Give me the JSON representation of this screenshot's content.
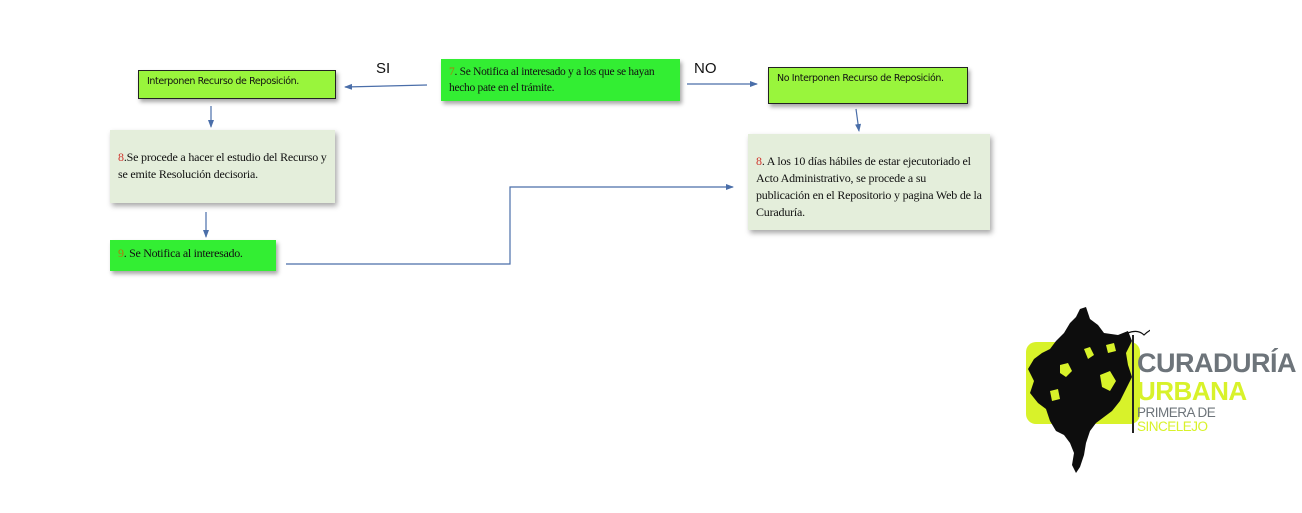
{
  "labels": {
    "yes": "SI",
    "no": "NO"
  },
  "boxes": {
    "step7": {
      "number": "7",
      "text": ". Se Notifica al interesado y a los que se hayan hecho pate en el trámite."
    },
    "interponen": {
      "text": "Interponen Recurso de Reposición."
    },
    "no_interponen": {
      "text": " No Interponen Recurso de Reposición."
    },
    "step8_left": {
      "number": "8",
      "text": ".Se procede a hacer el estudio del Recurso y se emite Resolución decisoria."
    },
    "step9": {
      "number": "9",
      "text": ". Se Notifica al interesado."
    },
    "step8_right": {
      "number": "8",
      "text": ". A los 10 días hábiles de estar ejecutoriado el Acto Administrativo, se procede a su publicación en el Repositorio y pagina Web de la Curaduría."
    }
  },
  "logo": {
    "line1": "CURADURÍA",
    "line2": "URBANA",
    "line3a": "PRIMERA DE ",
    "line3b": "SINCELEJO"
  },
  "colors": {
    "lime": "#99f53c",
    "green": "#33ee33",
    "pale": "#e4eedb",
    "connector": "#4a6ea9",
    "logo_gray": "#6d747a",
    "logo_lime": "#d8f22a"
  }
}
